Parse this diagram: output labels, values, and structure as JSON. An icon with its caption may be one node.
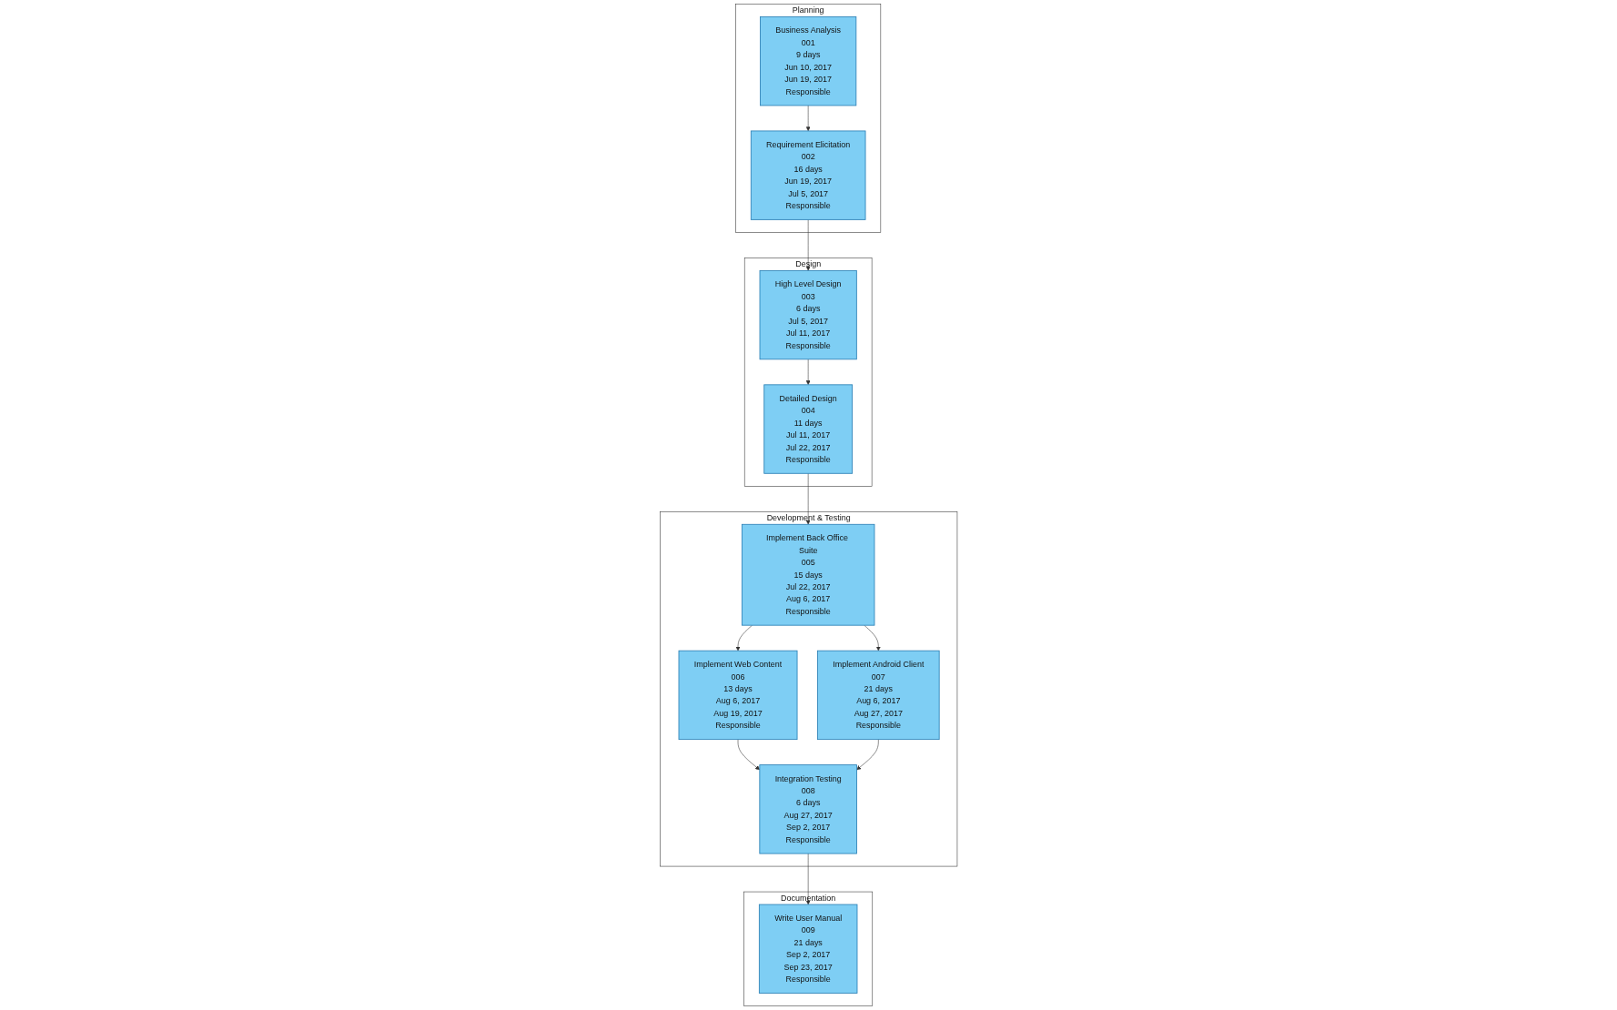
{
  "diagram": {
    "nodes": [
      {
        "text": [
          "Planning"
        ]
      },
      {
        "text": [
          "Business Analysis",
          "001",
          "9 days",
          "Jun 10, 2017",
          "Jun 19, 2017",
          "Responsible"
        ],
        "in": 0
      },
      {
        "text": [
          "Requirement Elicitation",
          "002",
          "16 days",
          "Jun 19, 2017",
          "Jul 5, 2017",
          "Responsible"
        ],
        "in": 0
      },
      {
        "text": [
          "Design"
        ]
      },
      {
        "text": [
          "High Level Design",
          "003",
          "6 days",
          "Jul 5, 2017",
          "Jul 11, 2017",
          "Responsible"
        ],
        "in": 3
      },
      {
        "text": [
          "Detailed Design",
          "004",
          "11 days",
          "Jul 11, 2017",
          "Jul 22, 2017",
          "Responsible"
        ],
        "in": 3
      },
      {
        "text": [
          "Development & Testing"
        ]
      },
      {
        "text": [
          "Implement Back Office Suite",
          "005",
          "15 days",
          "Jul 22, 2017",
          "Aug 6, 2017",
          "Responsible"
        ],
        "in": 6
      },
      {
        "text": [
          "Implement Web Content",
          "006",
          "13 days",
          "Aug 6, 2017",
          "Aug 19, 2017",
          "Responsible"
        ],
        "in": 6
      },
      {
        "text": [
          "Implement Android Client",
          "007",
          "21 days",
          "Aug 6, 2017",
          "Aug 27, 2017",
          "Responsible"
        ],
        "in": 6
      },
      {
        "text": [
          "Integration Testing",
          "008",
          "6 days",
          "Aug 27, 2017",
          "Sep 2, 2017",
          "Responsible"
        ],
        "in": 6
      },
      {
        "text": [
          "Documentation"
        ]
      },
      {
        "text": [
          "Write User Manual",
          "009",
          "21 days",
          "Sep 2, 2017",
          "Sep 23, 2017",
          "Responsible"
        ],
        "in": 11
      }
    ],
    "edges": [
      {
        "from": 1,
        "to": 2,
        "arrow": "to"
      },
      {
        "from": 2,
        "to": 4,
        "arrow": "to"
      },
      {
        "from": 4,
        "to": 5,
        "arrow": "to"
      },
      {
        "from": 5,
        "to": 7,
        "arrow": "to"
      },
      {
        "from": 7,
        "to": 8,
        "arrow": "to"
      },
      {
        "from": 7,
        "to": 9,
        "arrow": "to"
      },
      {
        "from": 8,
        "to": 10,
        "arrow": "to"
      },
      {
        "from": 9,
        "to": 10,
        "arrow": "to"
      },
      {
        "from": 10,
        "to": 12,
        "arrow": "to"
      }
    ]
  }
}
